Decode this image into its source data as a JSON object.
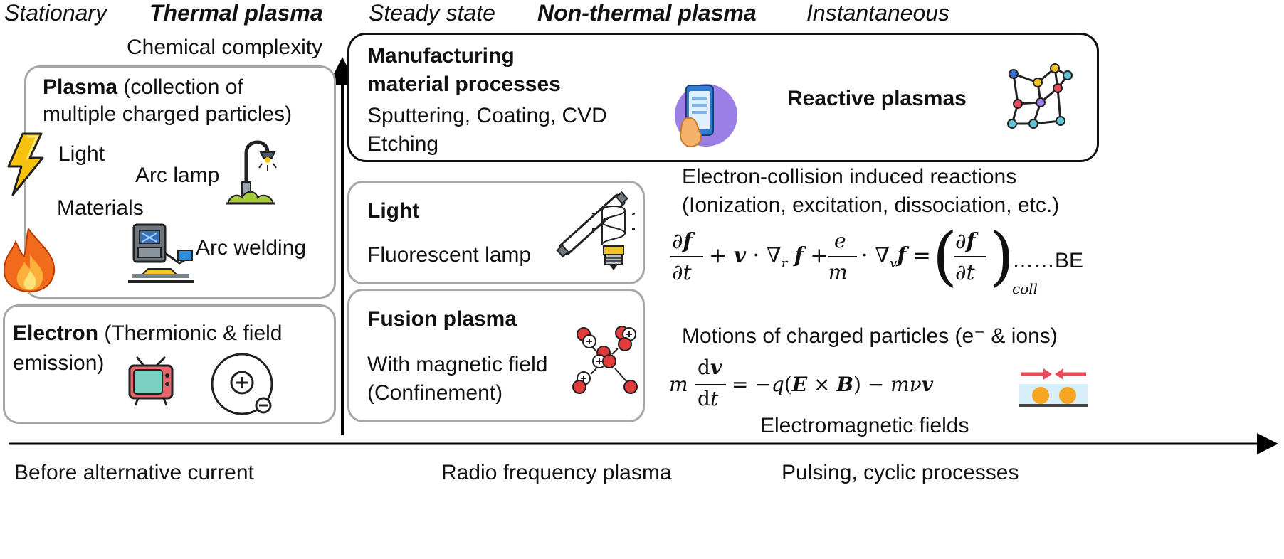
{
  "header": {
    "stationary": "Stationary",
    "thermal": "Thermal plasma",
    "steady": "Steady state",
    "nonthermal": "Non-thermal plasma",
    "instant": "Instantaneous"
  },
  "axis": {
    "y_label": "Chemical complexity",
    "x_left": "Before alternative current",
    "x_mid": "Radio frequency plasma",
    "x_right": "Pulsing, cyclic processes"
  },
  "plasma_box": {
    "title": "Plasma",
    "title_rest": " (collection of",
    "line2": "multiple charged particles)",
    "light": "Light",
    "arc_lamp": "Arc lamp",
    "materials": "Materials",
    "arc_welding": "Arc welding"
  },
  "electron_box": {
    "title": "Electron",
    "title_rest": " (Thermionic & field",
    "line2": "emission)"
  },
  "manufacturing_box": {
    "title1": "Manufacturing",
    "title2": "material processes",
    "line1": "Sputtering, Coating, CVD",
    "line2": "Etching",
    "reactive": "Reactive plasmas"
  },
  "light_box": {
    "title": "Light",
    "line": "Fluorescent lamp"
  },
  "fusion_box": {
    "title": "Fusion plasma",
    "line1": "With magnetic field",
    "line2": "(Confinement)"
  },
  "right": {
    "reactions1": "Electron-collision induced reactions",
    "reactions2": "(Ionization, excitation, dissociation, etc.)",
    "be_label": "……BE",
    "motions": "Motions of charged particles (e⁻ & ions)",
    "em_fields": "Electromagnetic fields"
  },
  "icons": [
    "lightning-icon",
    "street-lamp-icon",
    "fire-icon",
    "welding-icon",
    "tv-icon",
    "atom-icon",
    "smartphone-icon",
    "network-icon",
    "fluorescent-tube-icon",
    "cfl-bulb-icon",
    "fusion-particles-icon",
    "collision-icon"
  ]
}
